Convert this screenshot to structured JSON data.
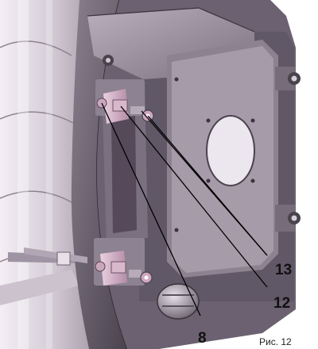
{
  "callouts": {
    "label_13": "13",
    "label_12": "12",
    "label_8": "8"
  },
  "caption": "Рис. 12",
  "colors": {
    "metal_light": "#e4dee6",
    "metal_mid": "#b3a9b6",
    "metal_dark": "#6f6574",
    "metal_deep": "#3e3842",
    "accent_pink": "#cfa7c1",
    "line": "#000000"
  }
}
